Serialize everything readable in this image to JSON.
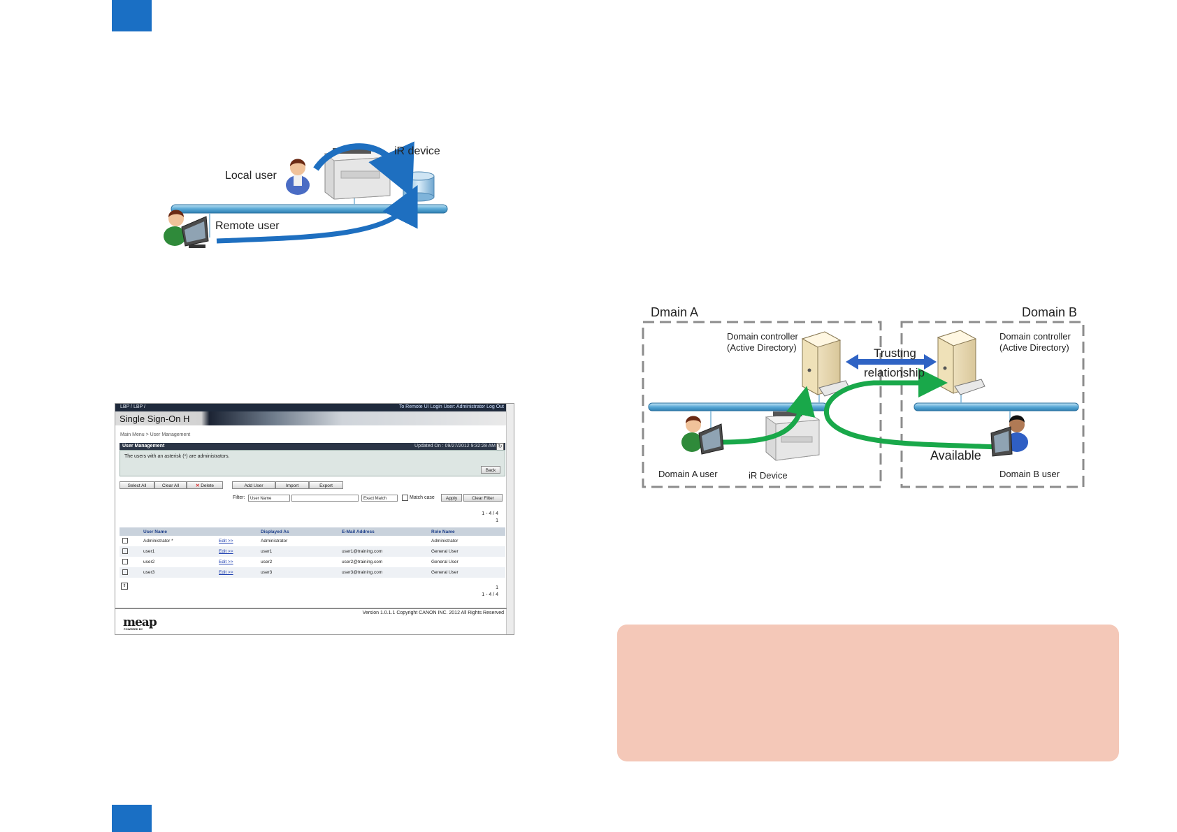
{
  "page": {
    "accent_color": "#1a6fc4",
    "note_box_color": "#f4c8b8"
  },
  "diagram1": {
    "ir_device_label": "iR device",
    "local_user_label": "Local user",
    "remote_user_label": "Remote user"
  },
  "screenshot": {
    "topbar_left": "LBP      / LBP      /",
    "topbar_right": "To Remote UI   Login User: Administrator   Log Out",
    "title": "Single Sign-On H",
    "breadcrumb": "Main Menu > User Management",
    "panel_title": "User Management",
    "updated_on": "Updated On : 09/27/2012 9:32:28 AM",
    "note": "The users with an asterisk (*) are administrators.",
    "back_label": "Back",
    "buttons": {
      "select_all": "Select All",
      "clear_all": "Clear All",
      "delete": "Delete",
      "add_user": "Add User",
      "import": "Import",
      "export": "Export"
    },
    "filter": {
      "label": "Filter:",
      "field_value": "User Name",
      "match_value": "Exact Match",
      "match_case_label": "Match case",
      "apply_label": "Apply",
      "clear_filter_label": "Clear Filter"
    },
    "paging_top": "1 - 4 / 4",
    "page_top": "1",
    "columns": [
      "User Name",
      "Displayed As",
      "E-Mail Address",
      "Role Name"
    ],
    "rows": [
      {
        "user": "Administrator  *",
        "edit": "Edit >>",
        "displayed": "Administrator",
        "email": "",
        "role": "Administrator"
      },
      {
        "user": "user1",
        "edit": "Edit >>",
        "displayed": "user1",
        "email": "user1@training.com",
        "role": "General User"
      },
      {
        "user": "user2",
        "edit": "Edit >>",
        "displayed": "user2",
        "email": "user2@training.com",
        "role": "General User"
      },
      {
        "user": "user3",
        "edit": "Edit >>",
        "displayed": "user3",
        "email": "user3@training.com",
        "role": "General User"
      }
    ],
    "page_bottom": "1",
    "paging_bottom": "1 - 4 / 4",
    "version": "Version 1.0.1.1 Copyright CANON INC. 2012 All Rights Reserved",
    "logo_text": "meap",
    "logo_sub": "POWERED BY"
  },
  "diagram2": {
    "domain_a": "Dmain A",
    "domain_b": "Domain B",
    "dc_left_line1": "Domain controller",
    "dc_left_line2": "(Active Directory)",
    "dc_right_line1": "Domain controller",
    "dc_right_line2": "(Active Directory)",
    "trusting_line1": "Trusting",
    "trusting_line2": "relationship",
    "available": "Available",
    "domain_a_user": "Domain A user",
    "ir_device": "iR Device",
    "domain_b_user": "Domain B user"
  }
}
